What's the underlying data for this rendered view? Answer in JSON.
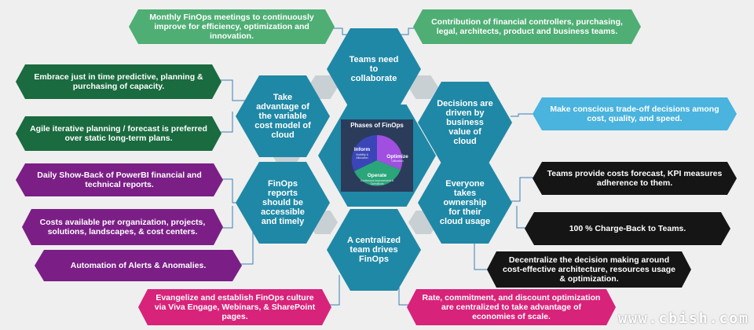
{
  "colors": {
    "green_light": "#4fae74",
    "green_dark": "#1a6b3f",
    "purple": "#7b1f86",
    "magenta": "#d8237a",
    "blue_light": "#4ab3de",
    "black": "#151515",
    "teal": "#1f88a6",
    "connector": "#3a7fb0"
  },
  "center": {
    "title": "Phases of FinOps",
    "phases": [
      {
        "name": "Inform",
        "sub": "Visibility & Allocation"
      },
      {
        "name": "Optimize",
        "sub": "Utilization"
      },
      {
        "name": "Operate",
        "sub": "Continuous Improvement & Operations"
      }
    ]
  },
  "principles": [
    {
      "id": "collaborate",
      "text": "Teams need to collaborate"
    },
    {
      "id": "business-value",
      "text": "Decisions are driven by business value of cloud"
    },
    {
      "id": "ownership",
      "text": "Everyone takes ownership for their cloud usage"
    },
    {
      "id": "centralized",
      "text": "A centralized team drives FinOps"
    },
    {
      "id": "accessible",
      "text": "FinOps reports should be accessible and timely"
    },
    {
      "id": "variable-cost",
      "text": "Take advantage of the variable cost model of cloud"
    }
  ],
  "boxes": [
    {
      "id": "monthly-meetings",
      "text": "Monthly FinOps meetings to continuously improve for efficiency, optimization and innovation."
    },
    {
      "id": "contribution",
      "text": "Contribution of financial controllers, purchasing, legal, architects, product and business teams."
    },
    {
      "id": "just-in-time",
      "text": "Embrace just in time predictive, planning & purchasing of capacity."
    },
    {
      "id": "agile-planning",
      "text": "Agile iterative planning / forecast is preferred over static long-term plans."
    },
    {
      "id": "trade-off",
      "text": "Make conscious trade-off decisions among cost, quality, and speed."
    },
    {
      "id": "show-back",
      "text": "Daily Show-Back of PowerBI financial and technical reports."
    },
    {
      "id": "costs-available",
      "text": "Costs available per organization, projects, solutions, landscapes, & cost centers."
    },
    {
      "id": "automation-alerts",
      "text": "Automation of Alerts & Anomalies."
    },
    {
      "id": "costs-forecast",
      "text": "Teams provide costs forecast, KPI measures adherence to them."
    },
    {
      "id": "charge-back",
      "text": "100 % Charge-Back to Teams."
    },
    {
      "id": "decentralize",
      "text": "Decentralize the decision making around cost-effective architecture, resources usage & optimization."
    },
    {
      "id": "evangelize",
      "text": "Evangelize and establish FinOps culture via Viva Engage, Webinars, & SharePoint pages."
    },
    {
      "id": "rate-commitment",
      "text": "Rate, commitment, and discount optimization are centralized to take advantage of economies of scale."
    }
  ],
  "watermark": "www.cbish.com"
}
